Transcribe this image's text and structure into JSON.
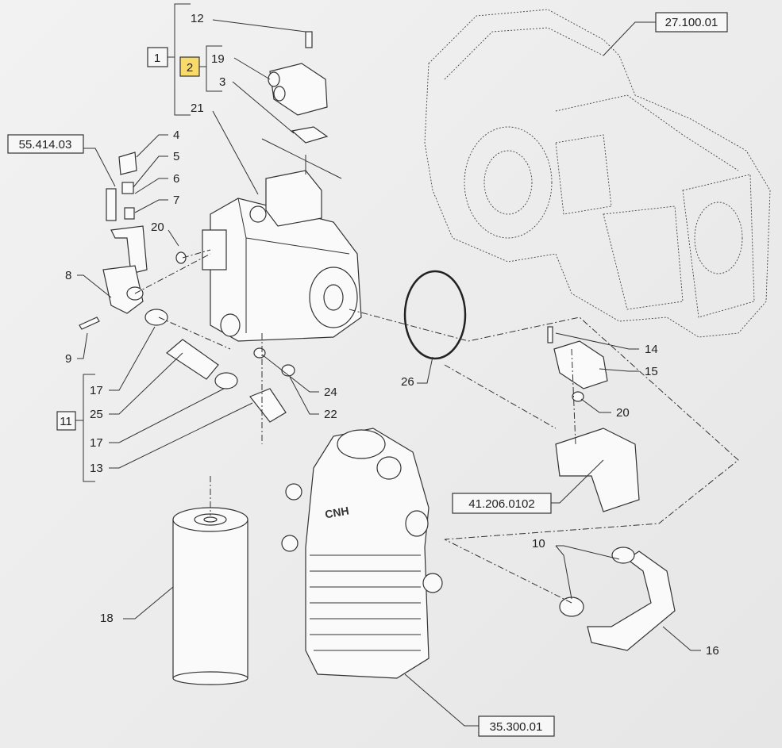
{
  "title": "Hydraulic pump and filter exploded parts diagram",
  "highlight_color": "#f8db6a",
  "callouts": {
    "c12": "12",
    "c1": "1",
    "c2": "2",
    "c19": "19",
    "c3": "3",
    "c21": "21",
    "c4": "4",
    "c5": "5",
    "c6": "6",
    "c7": "7",
    "c20a": "20",
    "c8": "8",
    "c9": "9",
    "c17a": "17",
    "c25": "25",
    "c17b": "17",
    "c13": "13",
    "c11": "11",
    "c24": "24",
    "c22": "22",
    "c26": "26",
    "c14": "14",
    "c15": "15",
    "c20b": "20",
    "c10": "10",
    "c16": "16",
    "c18": "18"
  },
  "references": {
    "r55": "55.414.03",
    "r27": "27.100.01",
    "r41": "41.206.0102",
    "r35": "35.300.01"
  },
  "logo_text": "CNH"
}
